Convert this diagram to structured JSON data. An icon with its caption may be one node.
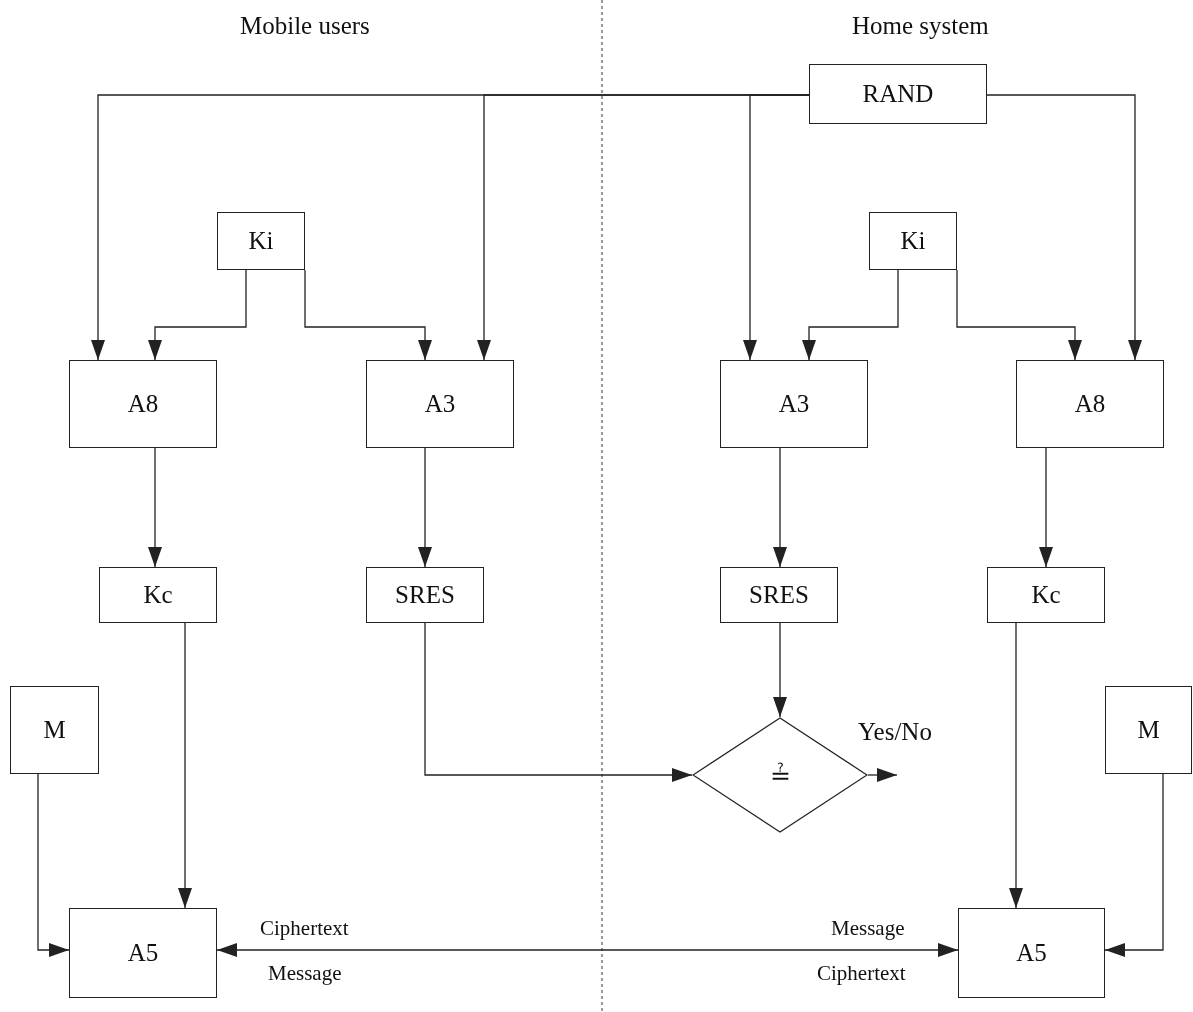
{
  "diagram": {
    "nodes": [
      {
        "text": [
          "RAND"
        ]
      },
      {
        "text": [
          "Ki"
        ]
      },
      {
        "text": [
          "A8"
        ]
      },
      {
        "text": [
          "A3"
        ]
      },
      {
        "text": [
          "Ki"
        ]
      },
      {
        "text": [
          "A3"
        ]
      },
      {
        "text": [
          "A8"
        ]
      },
      {
        "text": [
          "Kc"
        ]
      },
      {
        "text": [
          "SRES"
        ]
      },
      {
        "text": [
          "SRES"
        ]
      },
      {
        "text": [
          "Kc"
        ]
      },
      {
        "text": [
          "M"
        ]
      },
      {
        "text": [
          "≟"
        ]
      },
      {
        "text": [
          "M"
        ]
      },
      {
        "text": [
          "A5"
        ]
      },
      {
        "text": [
          "A5"
        ]
      }
    ],
    "edges": [
      {
        "from": 0,
        "to": 2,
        "arrow": "to"
      },
      {
        "from": 0,
        "to": 3,
        "arrow": "to"
      },
      {
        "from": 0,
        "to": 5,
        "arrow": "to"
      },
      {
        "from": 0,
        "to": 6,
        "arrow": "to"
      },
      {
        "from": 1,
        "to": 2,
        "arrow": "to"
      },
      {
        "from": 1,
        "to": 3,
        "arrow": "to"
      },
      {
        "from": 4,
        "to": 5,
        "arrow": "to"
      },
      {
        "from": 4,
        "to": 6,
        "arrow": "to"
      },
      {
        "from": 2,
        "to": 7,
        "arrow": "to"
      },
      {
        "from": 3,
        "to": 8,
        "arrow": "to"
      },
      {
        "from": 5,
        "to": 9,
        "arrow": "to"
      },
      {
        "from": 6,
        "to": 10,
        "arrow": "to"
      },
      {
        "from": 7,
        "to": 14,
        "arrow": "to"
      },
      {
        "from": 8,
        "to": 12,
        "arrow": "to"
      },
      {
        "from": 9,
        "to": 12,
        "arrow": "to"
      },
      {
        "from": 10,
        "to": 15,
        "arrow": "to"
      },
      {
        "from": 11,
        "to": 14,
        "arrow": "to"
      },
      {
        "from": 13,
        "to": 15,
        "arrow": "to"
      },
      {
        "from": 12,
        "to": null,
        "arrow": "to",
        "label": "Yes/No"
      },
      {
        "from": 14,
        "to": 15,
        "arrow": "both"
      }
    ],
    "labels": [
      "Mobile users",
      "Home system",
      "Ciphertext",
      "Message",
      "Message",
      "Ciphertext"
    ]
  }
}
